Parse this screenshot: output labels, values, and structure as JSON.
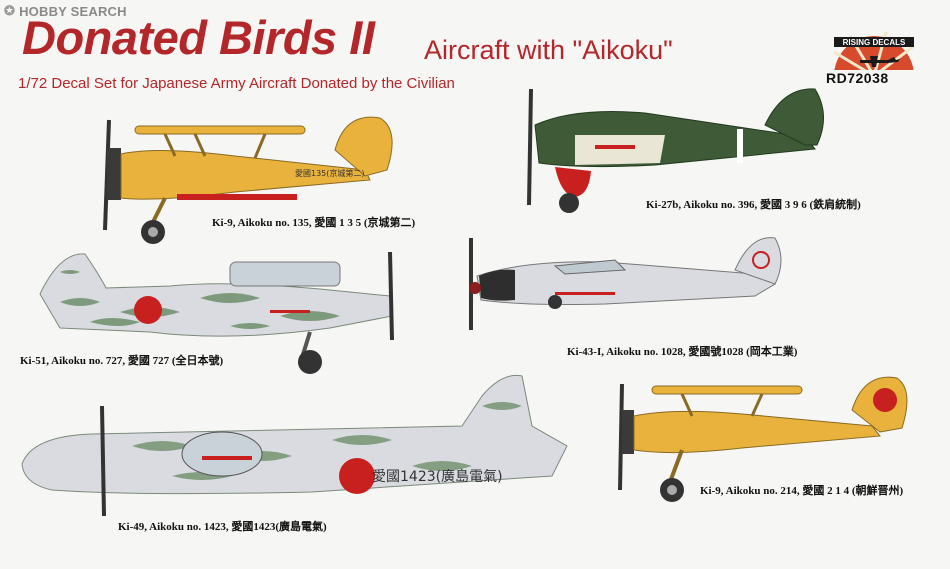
{
  "watermark": {
    "brand": "HOBBY SEARCH",
    "icon": "star-icon"
  },
  "header": {
    "title": "Donated Birds II",
    "subtitle": "Aircraft with \"Aikoku\"",
    "description": "1/72 Decal Set for Japanese Army Aircraft Donated by the Civilian"
  },
  "logo": {
    "text": "RISING DECALS",
    "code": "RD72038"
  },
  "aircraft": [
    {
      "caption": "Ki-9, Aikoku no. 135, 愛國 1 3 5 (京城第二)",
      "scheme": "yellow",
      "fuselage_marking": "愛國135(京城第二)"
    },
    {
      "caption": "Ki-27b, Aikoku no. 396, 愛國 3 9 6 (鉄肩統制)",
      "scheme": "green"
    },
    {
      "caption": "Ki-51, Aikoku no. 727, 愛國 727 (全日本號)",
      "scheme": "camouflage"
    },
    {
      "caption": "Ki-43-I,  Aikoku no. 1028, 愛國號1028 (岡本工業)",
      "scheme": "silver"
    },
    {
      "caption": "Ki-49, Aikoku no. 1423, 愛國1423(廣島電氣)",
      "scheme": "camouflage",
      "fuselage_marking": "愛國1423(廣島電氣)"
    },
    {
      "caption": "Ki-9, Aikoku no. 214, 愛國 2 1 4 (朝鮮晋州)",
      "scheme": "yellow"
    }
  ],
  "colors": {
    "title_red": "#b3262a",
    "hinomaru": "#c8201f",
    "yellow": "#e8b23c",
    "dark_green": "#3f5a37",
    "silver": "#d9dbe0",
    "camo_green": "#6f8f6b"
  }
}
